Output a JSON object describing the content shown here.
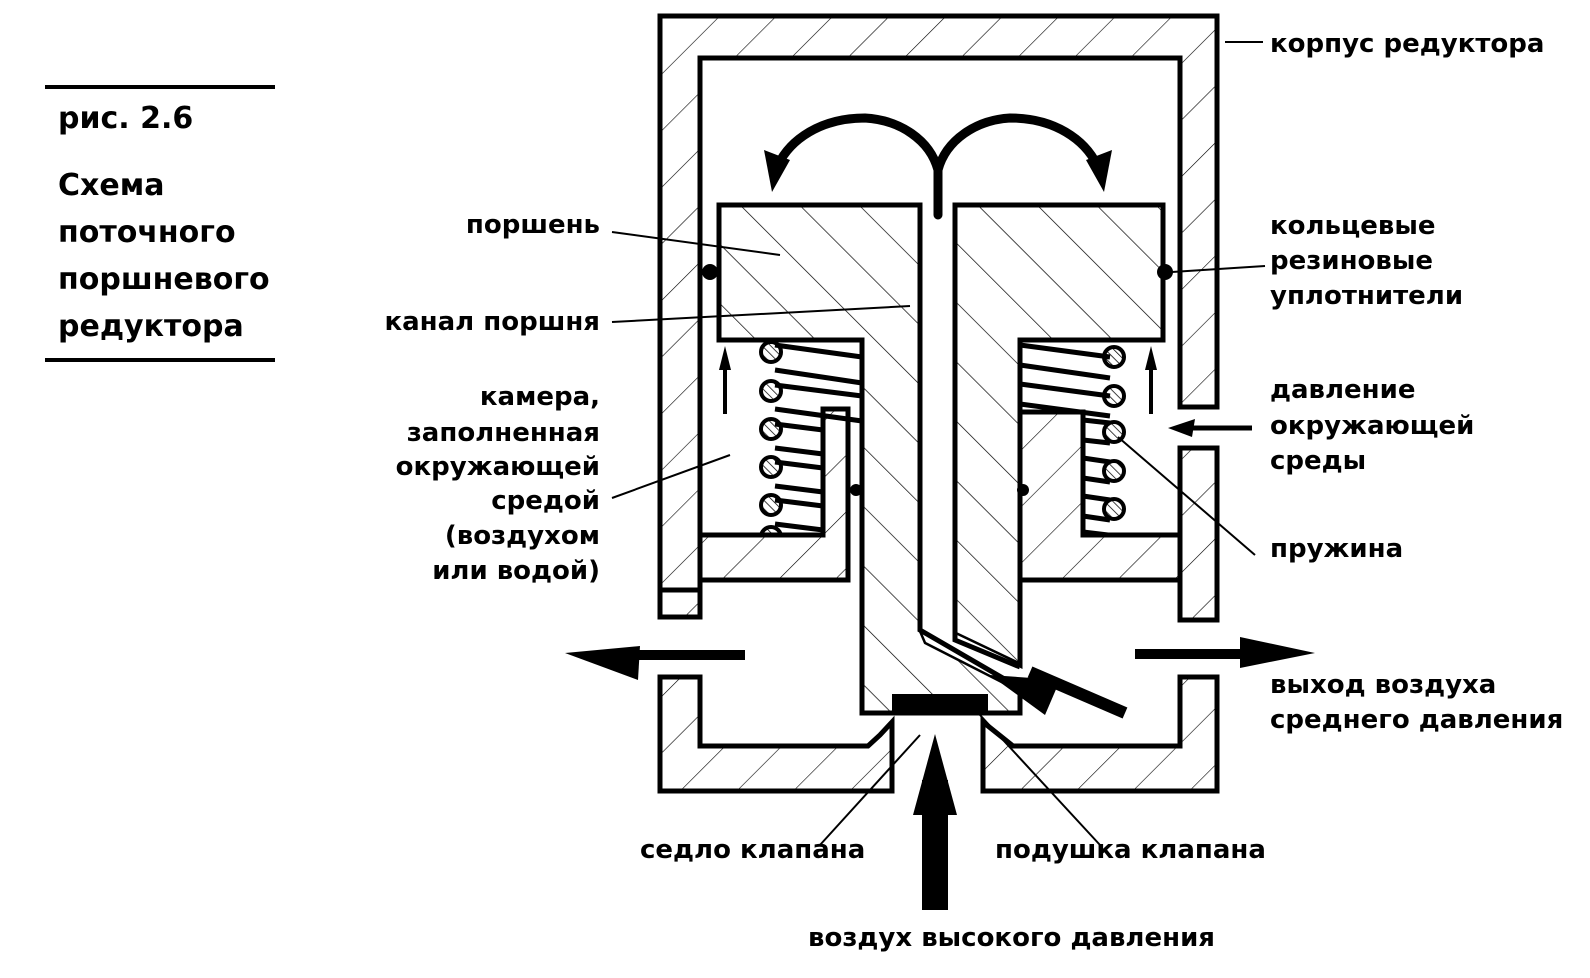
{
  "figure": {
    "number": "рис. 2.6",
    "title_lines": [
      "Схема",
      "поточного",
      "поршневого",
      "редуктора"
    ]
  },
  "labels": {
    "housing": "корпус редуктора",
    "piston": "поршень",
    "piston_channel": "канал поршня",
    "chamber": [
      "камера,",
      "заполненная",
      "окружающей",
      "средой",
      "(воздухом",
      "или водой)"
    ],
    "o_rings": [
      "кольцевые",
      "резиновые",
      "уплотнители"
    ],
    "ambient_pressure": [
      "давление",
      "окружающей",
      "среды"
    ],
    "spring": "пружина",
    "outlet": [
      "выход воздуха",
      "среднего давления"
    ],
    "valve_seat": "седло клапана",
    "valve_pad": "подушка клапана",
    "inlet": "воздух высокого давления"
  },
  "colors": {
    "ink": "#000000",
    "paper": "#ffffff"
  }
}
